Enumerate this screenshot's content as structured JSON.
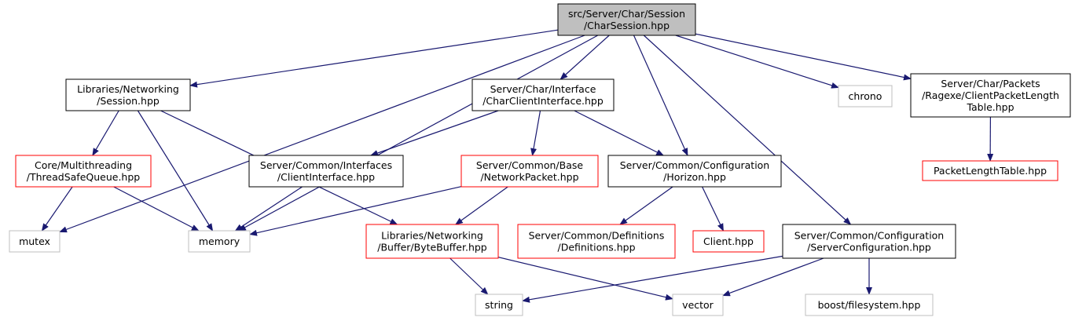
{
  "colors": {
    "edge": "#191970",
    "root_fill": "#bfbfbf",
    "border_documented": "#000000",
    "border_undocumented": "#ff0000",
    "border_external": "#bfbfbf"
  },
  "nodes": {
    "root": {
      "lines": [
        "src/Server/Char/Session",
        "/CharSession.hpp"
      ],
      "kind": "root"
    },
    "session": {
      "lines": [
        "Libraries/Networking",
        "/Session.hpp"
      ],
      "kind": "documented"
    },
    "cci": {
      "lines": [
        "Server/Char/Interface",
        "/CharClientInterface.hpp"
      ],
      "kind": "documented"
    },
    "chrono": {
      "lines": [
        "chrono"
      ],
      "kind": "external"
    },
    "cplt": {
      "lines": [
        "Server/Char/Packets",
        "/Ragexe/ClientPacketLength",
        "Table.hpp"
      ],
      "kind": "documented"
    },
    "tsq": {
      "lines": [
        "Core/Multithreading",
        "/ThreadSafeQueue.hpp"
      ],
      "kind": "undocumented"
    },
    "ci": {
      "lines": [
        "Server/Common/Interfaces",
        "/ClientInterface.hpp"
      ],
      "kind": "documented"
    },
    "np": {
      "lines": [
        "Server/Common/Base",
        "/NetworkPacket.hpp"
      ],
      "kind": "undocumented"
    },
    "horizon": {
      "lines": [
        "Server/Common/Configuration",
        "/Horizon.hpp"
      ],
      "kind": "documented"
    },
    "plt": {
      "lines": [
        "PacketLengthTable.hpp"
      ],
      "kind": "undocumented"
    },
    "mutex": {
      "lines": [
        "mutex"
      ],
      "kind": "external"
    },
    "memory": {
      "lines": [
        "memory"
      ],
      "kind": "external"
    },
    "bb": {
      "lines": [
        "Libraries/Networking",
        "/Buffer/ByteBuffer.hpp"
      ],
      "kind": "undocumented"
    },
    "defs": {
      "lines": [
        "Server/Common/Definitions",
        "/Definitions.hpp"
      ],
      "kind": "undocumented"
    },
    "client": {
      "lines": [
        "Client.hpp"
      ],
      "kind": "undocumented"
    },
    "sc": {
      "lines": [
        "Server/Common/Configuration",
        "/ServerConfiguration.hpp"
      ],
      "kind": "documented"
    },
    "string": {
      "lines": [
        "string"
      ],
      "kind": "external"
    },
    "vector": {
      "lines": [
        "vector"
      ],
      "kind": "external"
    },
    "fs": {
      "lines": [
        "boost/filesystem.hpp"
      ],
      "kind": "external"
    }
  },
  "edges": [
    [
      "root",
      "session"
    ],
    [
      "root",
      "cci"
    ],
    [
      "root",
      "chrono"
    ],
    [
      "root",
      "cplt"
    ],
    [
      "root",
      "mutex"
    ],
    [
      "root",
      "memory"
    ],
    [
      "root",
      "horizon"
    ],
    [
      "root",
      "sc"
    ],
    [
      "session",
      "tsq"
    ],
    [
      "session",
      "memory"
    ],
    [
      "session",
      "bb"
    ],
    [
      "cci",
      "ci"
    ],
    [
      "cci",
      "np"
    ],
    [
      "cci",
      "horizon"
    ],
    [
      "cplt",
      "plt"
    ],
    [
      "tsq",
      "mutex"
    ],
    [
      "tsq",
      "memory"
    ],
    [
      "ci",
      "memory"
    ],
    [
      "np",
      "memory"
    ],
    [
      "np",
      "bb"
    ],
    [
      "horizon",
      "defs"
    ],
    [
      "horizon",
      "client"
    ],
    [
      "bb",
      "string"
    ],
    [
      "bb",
      "vector"
    ],
    [
      "sc",
      "string"
    ],
    [
      "sc",
      "vector"
    ],
    [
      "sc",
      "fs"
    ]
  ]
}
